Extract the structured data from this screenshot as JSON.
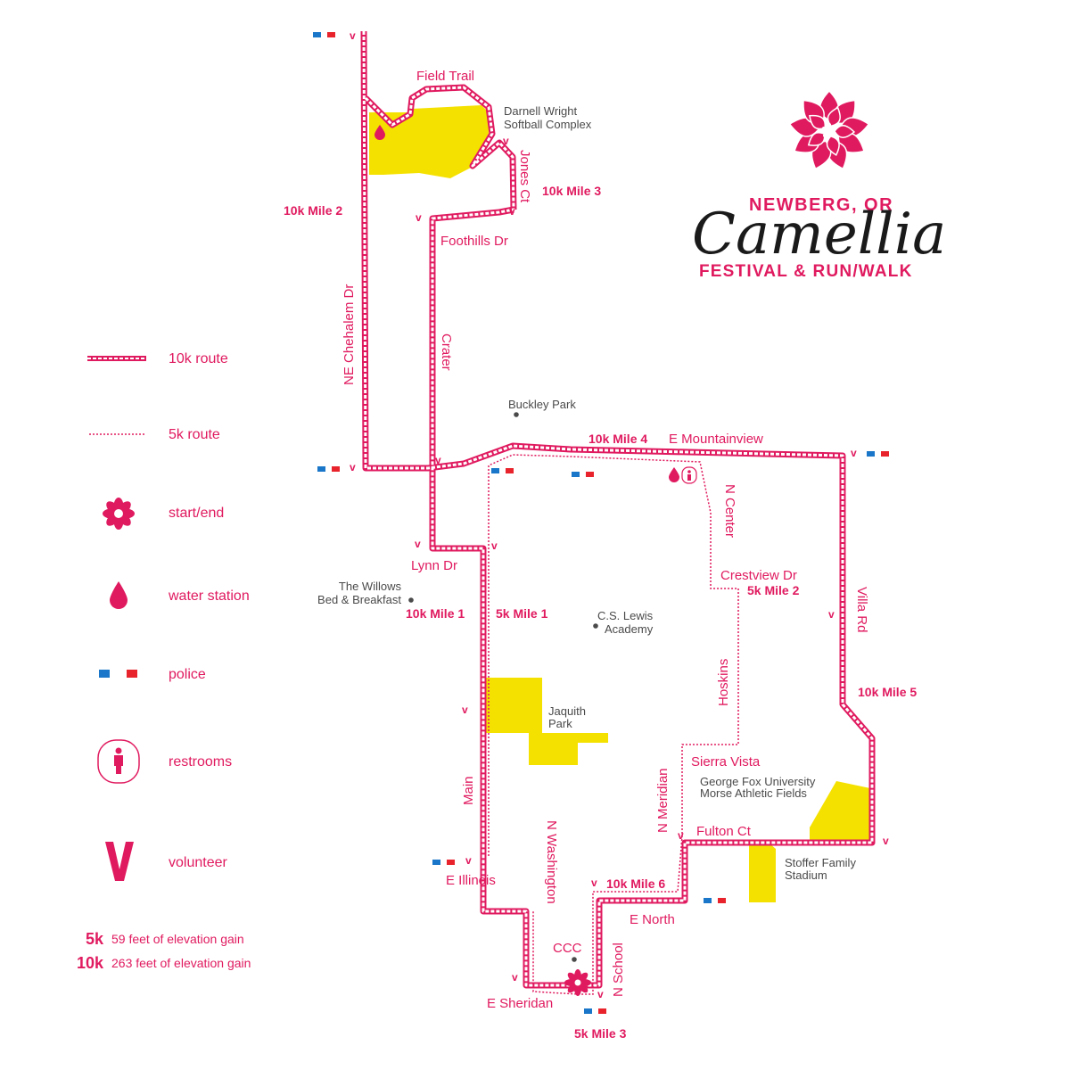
{
  "brand": {
    "city": "NEWBERG, OR",
    "name": "Camellia",
    "subtitle": "FESTIVAL & RUN/WALK",
    "color": "#e01a5f"
  },
  "colors": {
    "route": "#e01a5f",
    "park": "#f5e100",
    "police_blue": "#1a76c8",
    "police_red": "#e8232b",
    "text_gray": "#4a4a4a"
  },
  "legend": {
    "items": [
      {
        "icon": "10k-route-line",
        "label": "10k route"
      },
      {
        "icon": "5k-route-line",
        "label": "5k route"
      },
      {
        "icon": "flower-icon",
        "label": "start/end"
      },
      {
        "icon": "water-drop-icon",
        "label": "water station"
      },
      {
        "icon": "police-icon",
        "label": "police"
      },
      {
        "icon": "restroom-icon",
        "label": "restrooms"
      },
      {
        "icon": "volunteer-icon",
        "label": "volunteer"
      }
    ],
    "elevation": [
      {
        "distance": "5k",
        "text": "59 feet of elevation gain"
      },
      {
        "distance": "10k",
        "text": "263 feet of elevation gain"
      }
    ]
  },
  "volunteer_glyph": "v",
  "streets": {
    "field_trail": "Field Trail",
    "jones_ct": "Jones Ct",
    "foothills_dr": "Foothills Dr",
    "ne_chehalem_dr": "NE Chehalem Dr",
    "crater": "Crater",
    "e_mountainview": "E Mountainview",
    "n_center": "N Center",
    "crestview_dr": "Crestview Dr",
    "villa_rd": "Villa Rd",
    "lynn_dr": "Lynn Dr",
    "hoskins": "Hoskins",
    "sierra_vista": "Sierra Vista",
    "main": "Main",
    "n_meridian": "N Meridian",
    "fulton_ct": "Fulton Ct",
    "n_washington": "N Washington",
    "e_illinois": "E Illinois",
    "e_north": "E North",
    "n_school": "N School",
    "e_sheridan": "E Sheridan",
    "ccc": "CCC"
  },
  "places": {
    "darnell_1": "Darnell Wright",
    "darnell_2": "Softball Complex",
    "buckley_park": "Buckley Park",
    "willows_1": "The Willows",
    "willows_2": "Bed & Breakfast",
    "cs_lewis_1": "C.S. Lewis",
    "cs_lewis_2": "Academy",
    "jaquith_1": "Jaquith",
    "jaquith_2": "Park",
    "george_fox_1": "George Fox University",
    "george_fox_2": "Morse Athletic Fields",
    "stoffer_1": "Stoffer Family",
    "stoffer_2": "Stadium"
  },
  "mile_markers": {
    "k10_mile_1": "10k Mile 1",
    "k10_mile_2": "10k Mile 2",
    "k10_mile_3": "10k Mile 3",
    "k10_mile_4": "10k Mile 4",
    "k10_mile_5": "10k Mile 5",
    "k10_mile_6": "10k Mile 6",
    "k5_mile_1": "5k Mile 1",
    "k5_mile_2": "5k Mile 2",
    "k5_mile_3": "5k Mile 3"
  }
}
